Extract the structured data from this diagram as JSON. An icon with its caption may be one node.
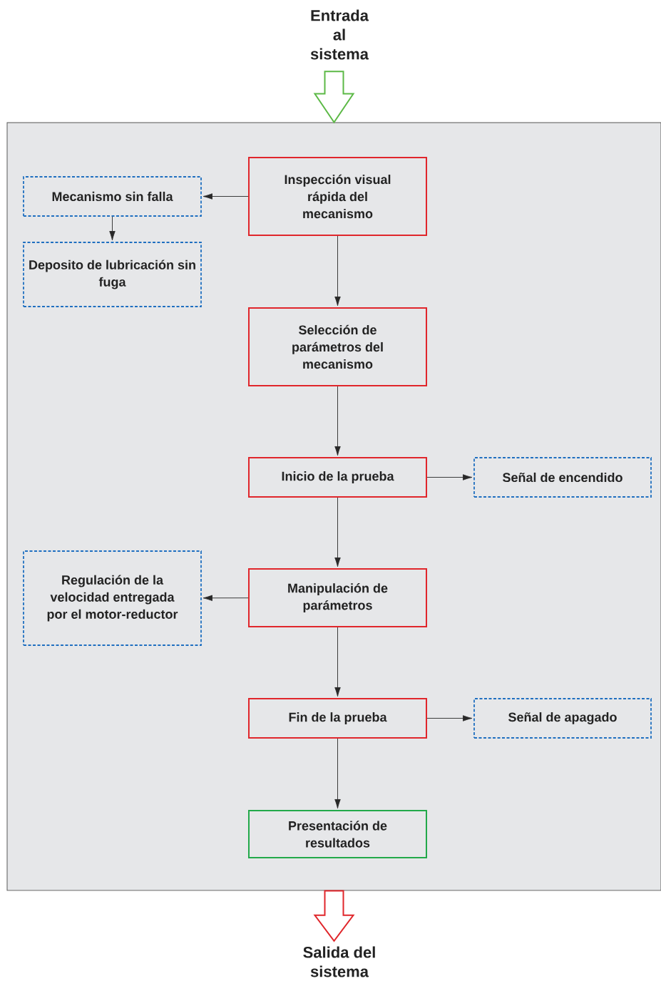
{
  "diagram": {
    "nodes": [
      {
        "text": [
          "Entrada al sistema"
        ]
      },
      {
        "text": [],
        "shape": "box"
      },
      {
        "text": [
          "Inspección visual rápida del mecanismo"
        ],
        "in": 1
      },
      {
        "text": [
          "Mecanismo sin falla"
        ],
        "in": 1
      },
      {
        "text": [
          "Deposito de lubricación sin fuga"
        ],
        "in": 1
      },
      {
        "text": [
          "Selección de parámetros del mecanismo"
        ],
        "in": 1
      },
      {
        "text": [
          "Inicio de la prueba"
        ],
        "in": 1
      },
      {
        "text": [
          "Señal de encendido"
        ],
        "in": 1
      },
      {
        "text": [
          "Regulación de la velocidad entregada por el motor-reductor"
        ],
        "in": 1
      },
      {
        "text": [
          "Manipulación de parámetros"
        ],
        "in": 1
      },
      {
        "text": [
          "Fin de la prueba"
        ],
        "in": 1
      },
      {
        "text": [
          "Señal de apagado"
        ],
        "in": 1
      },
      {
        "text": [
          "Presentación de resultados"
        ],
        "in": 1
      },
      {
        "text": [
          "Salida del sistema"
        ]
      }
    ],
    "edges": [
      {
        "from": 0,
        "to": 1,
        "arrow": "to",
        "style": "thick",
        "color": "#5cb946"
      },
      {
        "from": 2,
        "to": 3,
        "arrow": "to"
      },
      {
        "from": 3,
        "to": 4,
        "arrow": "to"
      },
      {
        "from": 2,
        "to": 5,
        "arrow": "to"
      },
      {
        "from": 5,
        "to": 6,
        "arrow": "to"
      },
      {
        "from": 6,
        "to": 7,
        "arrow": "to"
      },
      {
        "from": 6,
        "to": 9,
        "arrow": "to"
      },
      {
        "from": 9,
        "to": 8,
        "arrow": "to"
      },
      {
        "from": 9,
        "to": 10,
        "arrow": "to"
      },
      {
        "from": 10,
        "to": 11,
        "arrow": "to"
      },
      {
        "from": 10,
        "to": 12,
        "arrow": "to"
      },
      {
        "from": 1,
        "to": 13,
        "arrow": "to",
        "style": "thick",
        "color": "#e0262b"
      }
    ]
  }
}
